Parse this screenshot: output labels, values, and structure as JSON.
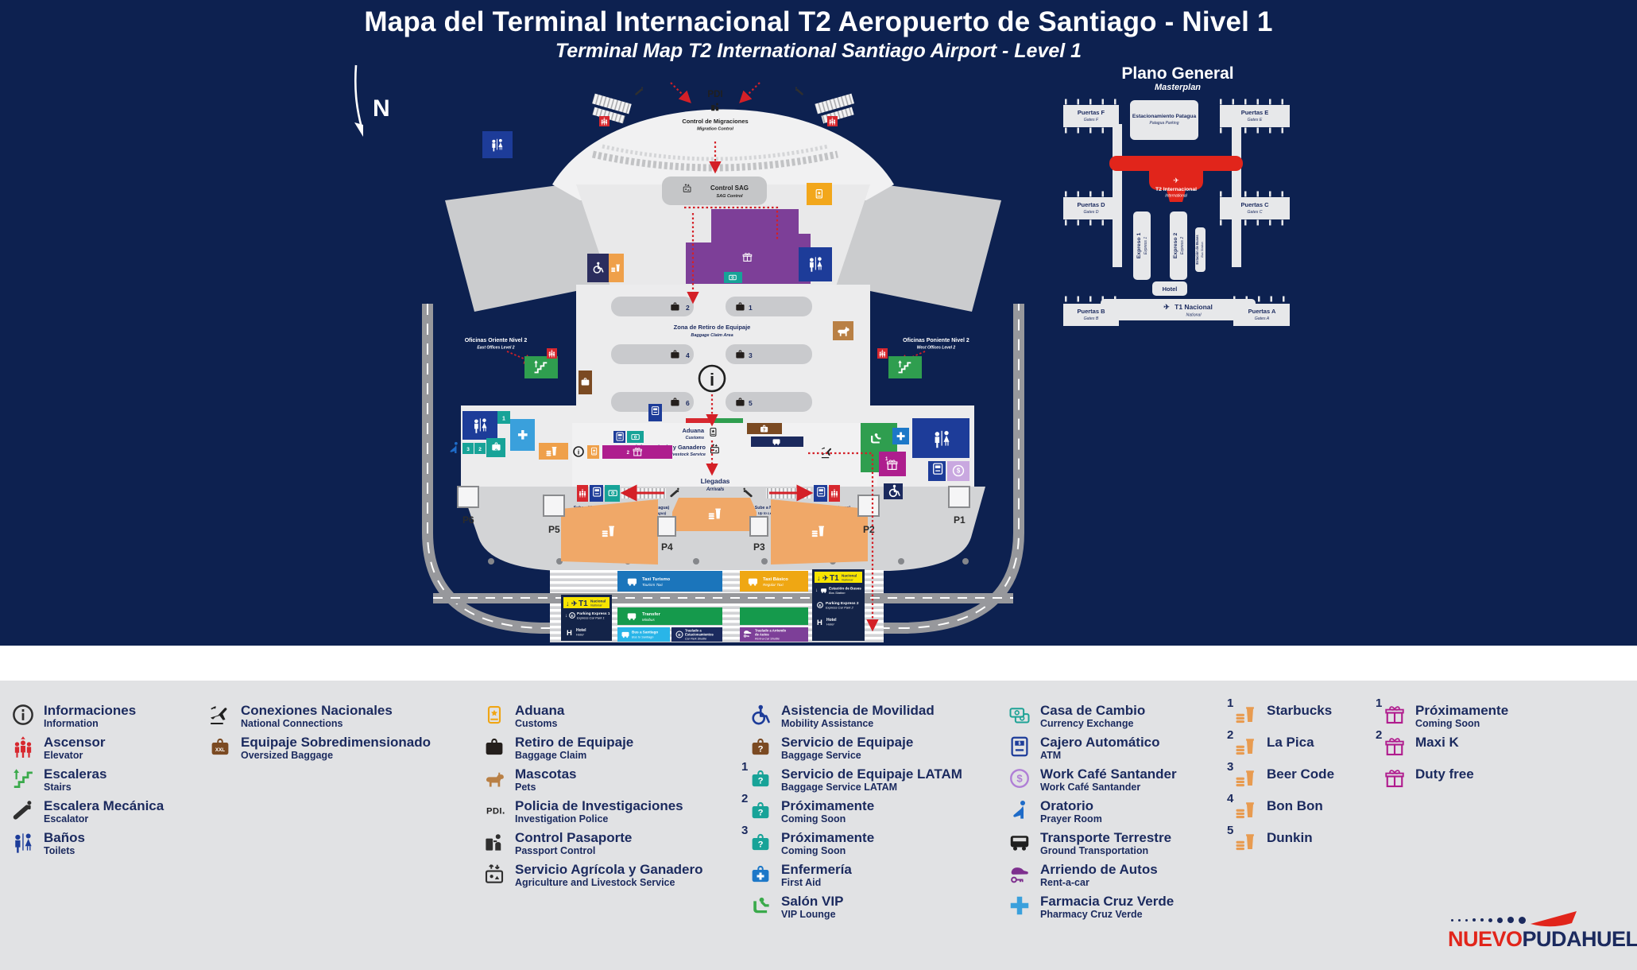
{
  "header": {
    "title": "Mapa del Terminal Internacional T2 Aeropuerto de Santiago - Nivel 1",
    "subtitle": "Terminal Map T2 International Santiago Airport - Level 1",
    "north": "N"
  },
  "colors": {
    "navy_bg": "#0d2150",
    "legend_bg": "#e1e2e4",
    "text_navy": "#1b2a5e",
    "red": "#d7282f",
    "bright_red": "#e1251b",
    "purple": "#7d3f98",
    "orange": "#f2a71c",
    "curb_orange": "#f0a868",
    "teal": "#17a398",
    "blue_toilets": "#1d3c99",
    "green": "#2f9e4f",
    "magenta": "#ae1e8e",
    "brown": "#7b4a22",
    "tan": "#b98045",
    "taxi_blue": "#1b75bb",
    "taxi_yellow": "#efa713",
    "transfer_green": "#159a4c",
    "bus_cyan": "#29b5e8",
    "sign_navy": "#132348",
    "sign_yellow": "#f7e400"
  },
  "map": {
    "pdi": "PDI",
    "migration": "Control de Migraciones",
    "migration_en": "Migration Control",
    "sag": "Control SAG",
    "sag_en": "SAG Control",
    "baggage_zone": "Zona de Retiro de Equipaje",
    "baggage_zone_en": "Baggage Claim Area",
    "carousel_numbers": [
      "2",
      "1",
      "4",
      "3",
      "6",
      "5"
    ],
    "info_i": "i",
    "offices_east": "Oficinas Oriente Nivel 2",
    "offices_east_en": "East Offices Level 2",
    "offices_west": "Oficinas Poniente Nivel 2",
    "offices_west_en": "West Offices Level 2",
    "aduana": "Aduana",
    "aduana_en": "Customs",
    "agri": "Servicio Agrícola y Ganadero",
    "agri_en": "Agriculture and Livestock Service",
    "arrivals": "Llegadas",
    "arrivals_en": "Arrivals",
    "exit_note": "Sube a Nivel 3 (Salida), Nivel 4 (Parking Patagua)",
    "exit_note_en": "Up to Level 3 (Departures), Level 4 (Car Park Patagua)",
    "doors": [
      "P6",
      "P5",
      "P4",
      "P3",
      "P2",
      "P1"
    ],
    "bays": {
      "taxi_turismo": "Taxi Turismo",
      "taxi_turismo_en": "Tourism Taxi",
      "taxi_basico": "Taxi Básico",
      "taxi_basico_en": "Regular Taxi",
      "transfer": "Transfer",
      "transfer_en": "Minibus",
      "bus_santiago": "Bus a Santiago",
      "bus_santiago_en": "Bus to Santiago",
      "shuttle_parking_1": "Traslado a",
      "shuttle_parking_2": "Estacionamientos",
      "shuttle_parking_en": "Car Park Shuttle",
      "shuttle_rent_1": "Traslado a Arriendo",
      "shuttle_rent_2": "de Autos",
      "shuttle_rent_en": "Rent-a-Car Shuttle",
      "e": "E"
    },
    "sign_left": {
      "t1": "T1",
      "nacional": "Nacional",
      "national": "National",
      "parking": "Parking Express 1",
      "parking_en": "Express Car Park 1",
      "h": "H",
      "hotel": "Hotel",
      "hotel_en": "Hotel",
      "e": "E"
    },
    "sign_right": {
      "t1": "T1",
      "nacional": "Nacional",
      "national": "National",
      "bus": "Estación de Buses",
      "bus_en": "Bus Station",
      "parking": "Parking Express 2",
      "parking_en": "Express Car Park 2",
      "h": "H",
      "hotel": "Hotel",
      "hotel_en": "Hotel",
      "e": "E"
    }
  },
  "masterplan": {
    "title": "Plano General",
    "subtitle": "Masterplan",
    "gates_f": "Puertas F",
    "gates_f_en": "Gates F",
    "parking": "Estacionamiento Patagua",
    "parking_en": "Patagua Parking",
    "gates_e": "Puertas E",
    "gates_e_en": "Gates E",
    "t2": "T2 Internacional",
    "t2_en": "International",
    "gates_d": "Puertas D",
    "gates_d_en": "Gates D",
    "gates_c": "Puertas C",
    "gates_c_en": "Gates C",
    "expreso1": "Expreso 1",
    "expreso1_en": "Express 1",
    "expreso2": "Expreso 2",
    "expreso2_en": "Express 2",
    "bus_station": "Estación de Buses",
    "bus_station_en": "Bus Station",
    "hotel": "Hotel",
    "t1": "T1 Nacional",
    "t1_en": "National",
    "gates_b": "Puertas B",
    "gates_b_en": "Gates B",
    "gates_a": "Puertas A",
    "gates_a_en": "Gates A"
  },
  "legend": {
    "cols": [
      [
        {
          "icon": "info-icon",
          "es": "Informaciones",
          "en": "Information"
        },
        {
          "icon": "elevator-icon",
          "es": "Ascensor",
          "en": "Elevator"
        },
        {
          "icon": "stairs-icon",
          "es": "Escaleras",
          "en": "Stairs"
        },
        {
          "icon": "escalator-icon",
          "es": "Escalera Mecánica",
          "en": "Escalator"
        },
        {
          "icon": "toilets-icon",
          "es": "Baños",
          "en": "Toilets"
        }
      ],
      [
        {
          "icon": "national-connections-icon",
          "es": "Conexiones Nacionales",
          "en": "National Connections"
        },
        {
          "icon": "oversized-baggage-icon",
          "es": "Equipaje Sobredimensionado",
          "en": "Oversized Baggage"
        }
      ],
      [
        {
          "icon": "customs-icon",
          "es": "Aduana",
          "en": "Customs"
        },
        {
          "icon": "baggage-claim-icon",
          "es": "Retiro de Equipaje",
          "en": "Baggage Claim"
        },
        {
          "icon": "pets-icon",
          "es": "Mascotas",
          "en": "Pets"
        },
        {
          "icon": "pdi-icon",
          "es": "Policia de Investigaciones",
          "en": "Investigation Police"
        },
        {
          "icon": "passport-control-icon",
          "es": "Control Pasaporte",
          "en": "Passport Control"
        },
        {
          "icon": "agriculture-icon",
          "es": "Servicio Agrícola y Ganadero",
          "en": "Agriculture and Livestock Service"
        }
      ],
      [
        {
          "icon": "mobility-icon",
          "es": "Asistencia de Movilidad",
          "en": "Mobility Assistance"
        },
        {
          "icon": "baggage-service-icon",
          "es": "Servicio de Equipaje",
          "en": "Baggage Service"
        },
        {
          "icon": "baggage-service-latam-icon",
          "sup": "1",
          "es": "Servicio de Equipaje LATAM",
          "en": "Baggage Service LATAM"
        },
        {
          "icon": "coming-soon-bag-icon",
          "sup": "2",
          "es": "Próximamente",
          "en": "Coming Soon"
        },
        {
          "icon": "coming-soon-bag-icon",
          "sup": "3",
          "es": "Próximamente",
          "en": "Coming Soon"
        },
        {
          "icon": "first-aid-icon",
          "es": "Enfermería",
          "en": "First Aid"
        },
        {
          "icon": "vip-lounge-icon",
          "es": "Salón VIP",
          "en": "VIP Lounge"
        }
      ],
      [
        {
          "icon": "currency-exchange-icon",
          "es": "Casa de Cambio",
          "en": "Currency Exchange"
        },
        {
          "icon": "atm-icon",
          "es": "Cajero Automático",
          "en": "ATM"
        },
        {
          "icon": "work-cafe-icon",
          "es": "Work Café Santander",
          "en": "Work Café Santander"
        },
        {
          "icon": "prayer-room-icon",
          "es": "Oratorio",
          "en": "Prayer Room"
        },
        {
          "icon": "ground-transport-icon",
          "es": "Transporte Terrestre",
          "en": "Ground Transportation"
        },
        {
          "icon": "rent-a-car-icon",
          "es": "Arriendo de Autos",
          "en": "Rent-a-car"
        },
        {
          "icon": "pharmacy-icon",
          "es": "Farmacia Cruz Verde",
          "en": "Pharmacy Cruz Verde"
        }
      ],
      [
        {
          "icon": "food-icon",
          "sup": "1",
          "es": "Starbucks"
        },
        {
          "icon": "food-icon",
          "sup": "2",
          "es": "La Pica"
        },
        {
          "icon": "food-icon",
          "sup": "3",
          "es": "Beer Code"
        },
        {
          "icon": "food-icon",
          "sup": "4",
          "es": "Bon Bon"
        },
        {
          "icon": "food-icon",
          "sup": "5",
          "es": "Dunkin"
        }
      ],
      [
        {
          "icon": "gift-icon",
          "sup": "1",
          "es": "Próximamente",
          "en": "Coming Soon"
        },
        {
          "icon": "gift-icon",
          "sup": "2",
          "es": "Maxi K"
        },
        {
          "icon": "gift-icon",
          "es": "Duty free"
        }
      ]
    ]
  },
  "logo": {
    "nuevo": "NUEVO",
    "pudahuel": "PUDAHUEL"
  }
}
